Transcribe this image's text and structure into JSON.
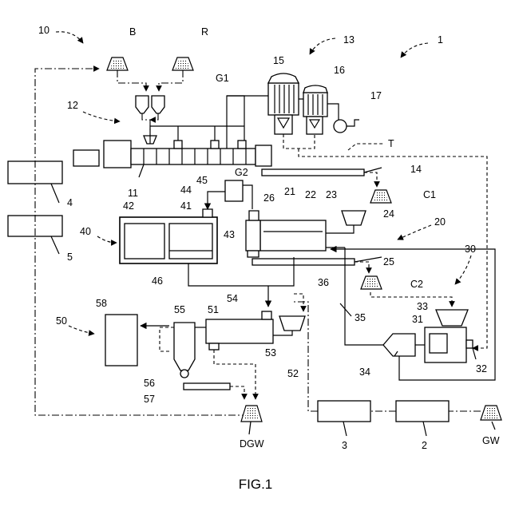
{
  "figure": {
    "caption": "FIG.1",
    "labels": {
      "l10": "10",
      "lB": "B",
      "lR": "R",
      "l13": "13",
      "l1": "1",
      "l15": "15",
      "l16": "16",
      "l17": "17",
      "lG1": "G1",
      "l12": "12",
      "lT": "T",
      "l14": "14",
      "l11": "11",
      "l4": "4",
      "l5": "5",
      "lG2": "G2",
      "l45": "45",
      "l44": "44",
      "l26": "26",
      "l21": "21",
      "l22": "22",
      "l23": "23",
      "lC1": "C1",
      "l42": "42",
      "l41": "41",
      "l24": "24",
      "l20": "20",
      "l40": "40",
      "l43": "43",
      "l46": "46",
      "l25": "25",
      "l30": "30",
      "lC2": "C2",
      "l36": "36",
      "l58": "58",
      "l54": "54",
      "l55": "55",
      "l51": "51",
      "l33": "33",
      "l31": "31",
      "l50": "50",
      "l35": "35",
      "l53": "53",
      "l52": "52",
      "l34": "34",
      "l32": "32",
      "l56": "56",
      "l57": "57",
      "lDGW": "DGW",
      "l3": "3",
      "l2": "2",
      "lGW": "GW"
    }
  }
}
